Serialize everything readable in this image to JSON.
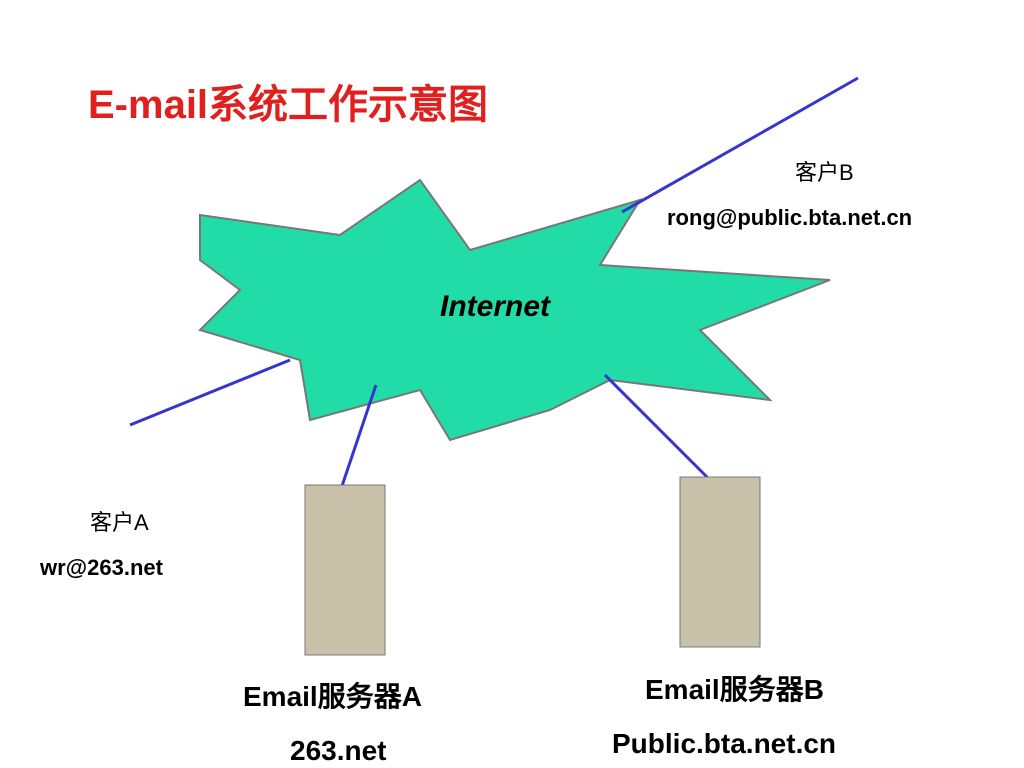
{
  "title": "E-mail系统工作示意图",
  "cloud": "Internet",
  "clientA": {
    "name": "客户A",
    "addr": "wr@263.net"
  },
  "clientB": {
    "name": "客户B",
    "addr": "rong@public.bta.net.cn"
  },
  "serverA": {
    "name": "Email服务器A",
    "domain": "263.net"
  },
  "serverB": {
    "name": "Email服务器B",
    "domain": "Public.bta.net.cn"
  }
}
